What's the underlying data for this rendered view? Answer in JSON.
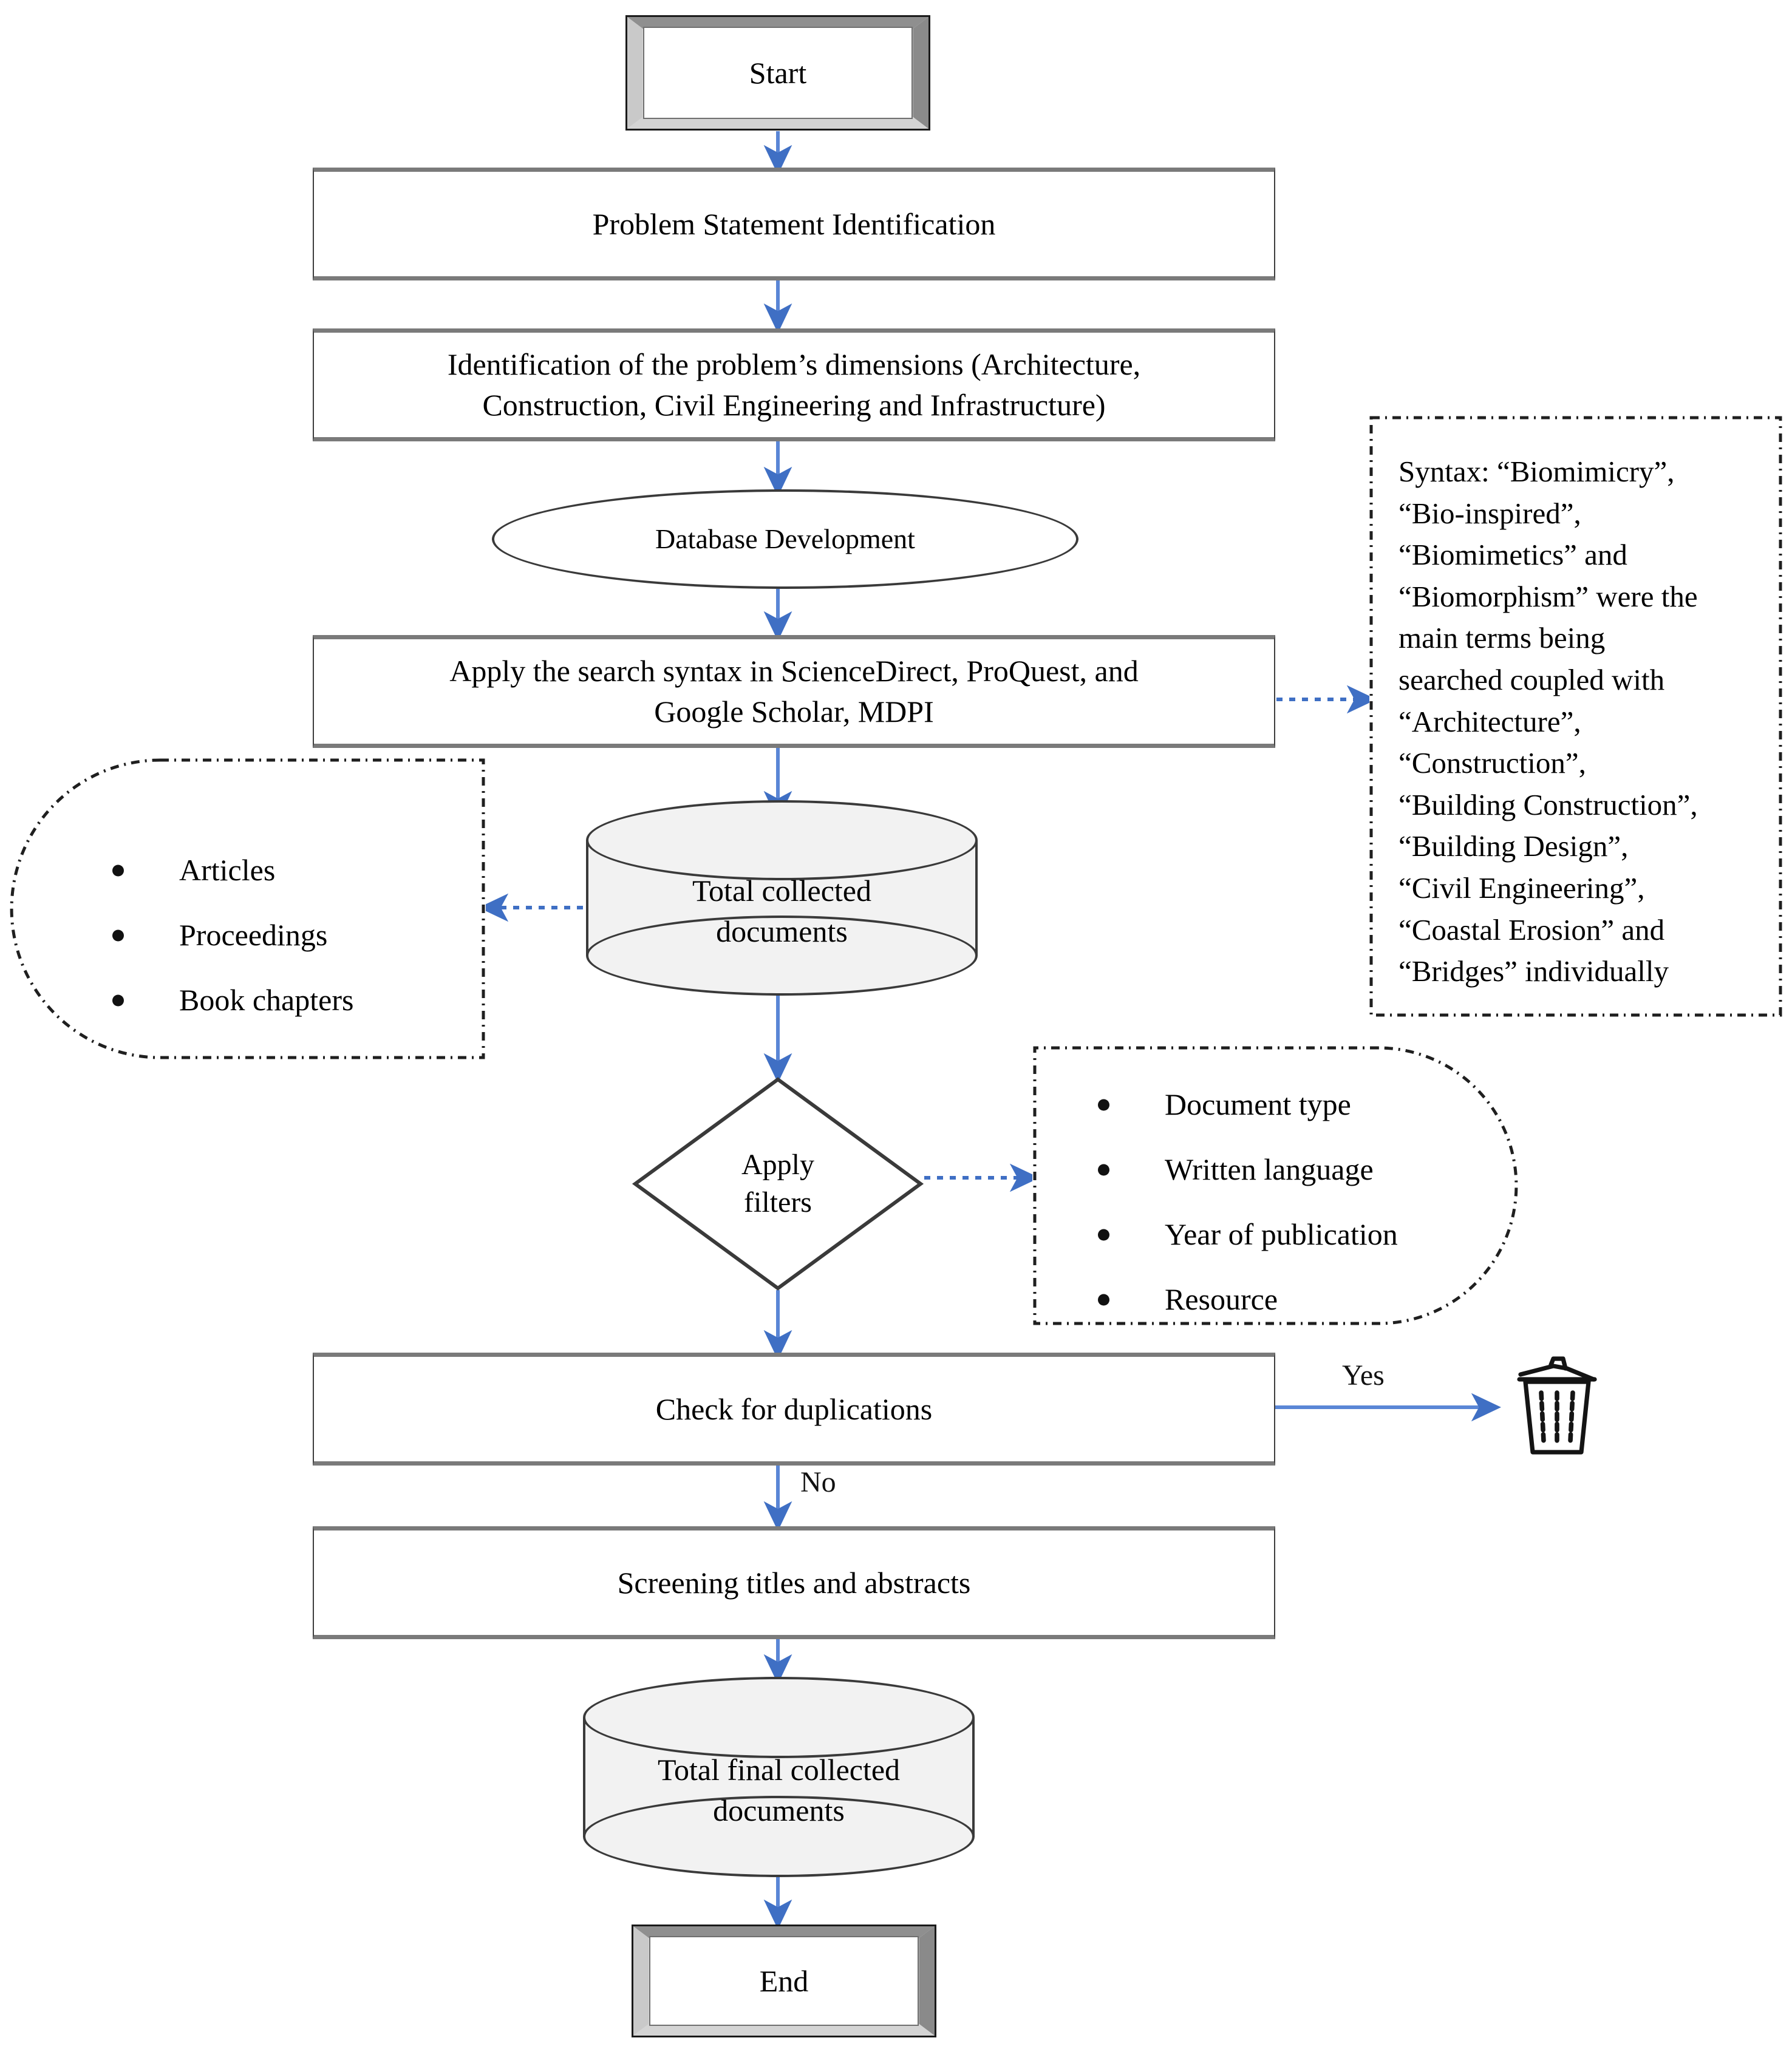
{
  "diagram": {
    "title": "Research methodology flowchart",
    "accent_color": "#4472c4",
    "shape_outline_color": "#3a3a3a",
    "cylinder_fill": "#f2f2f2"
  },
  "nodes": {
    "start": {
      "label": "Start",
      "shape": "terminator"
    },
    "problem_statement": {
      "label": "Problem Statement Identification",
      "shape": "process"
    },
    "dimensions": {
      "line1": "Identification of the problem’s dimensions (Architecture,",
      "line2": "Construction, Civil Engineering and Infrastructure)",
      "shape": "process"
    },
    "database_development": {
      "label": "Database Development",
      "shape": "ellipse"
    },
    "apply_syntax": {
      "line1": "Apply the search syntax in ScienceDirect, ProQuest, and",
      "line2": "Google Scholar, MDPI",
      "shape": "process"
    },
    "total_collected": {
      "line1": "Total collected",
      "line2": "documents",
      "shape": "cylinder"
    },
    "apply_filters": {
      "line1": "Apply",
      "line2": "filters",
      "shape": "decision"
    },
    "check_duplications": {
      "label": "Check for duplications",
      "shape": "process"
    },
    "screening": {
      "label": "Screening titles and abstracts",
      "shape": "process"
    },
    "total_final": {
      "line1": "Total final collected",
      "line2": "documents",
      "shape": "cylinder"
    },
    "end": {
      "label": "End",
      "shape": "terminator"
    }
  },
  "callouts": {
    "document_types": {
      "shape": "alternate-process-left-rounded",
      "items": [
        "Articles",
        "Proceedings",
        "Book chapters"
      ]
    },
    "filter_criteria": {
      "shape": "alternate-process-right-rounded",
      "items": [
        "Document type",
        "Written language",
        "Year of publication",
        "Resource"
      ]
    },
    "search_syntax_note": {
      "shape": "dash-dot-rectangle",
      "lines": [
        "Syntax: “Biomimicry”,",
        "“Bio-inspired”,",
        "“Biomimetics” and",
        "“Biomorphism” were the",
        "main terms being",
        "searched coupled with",
        "“Architecture”,",
        "“Construction”,",
        "“Building Construction”,",
        "“Building Design”,",
        "“Civil Engineering”,",
        "“Coastal Erosion” and",
        "“Bridges” individually"
      ]
    }
  },
  "edge_labels": {
    "yes": "Yes",
    "no": "No"
  },
  "icons": {
    "trash": "trash-icon"
  }
}
